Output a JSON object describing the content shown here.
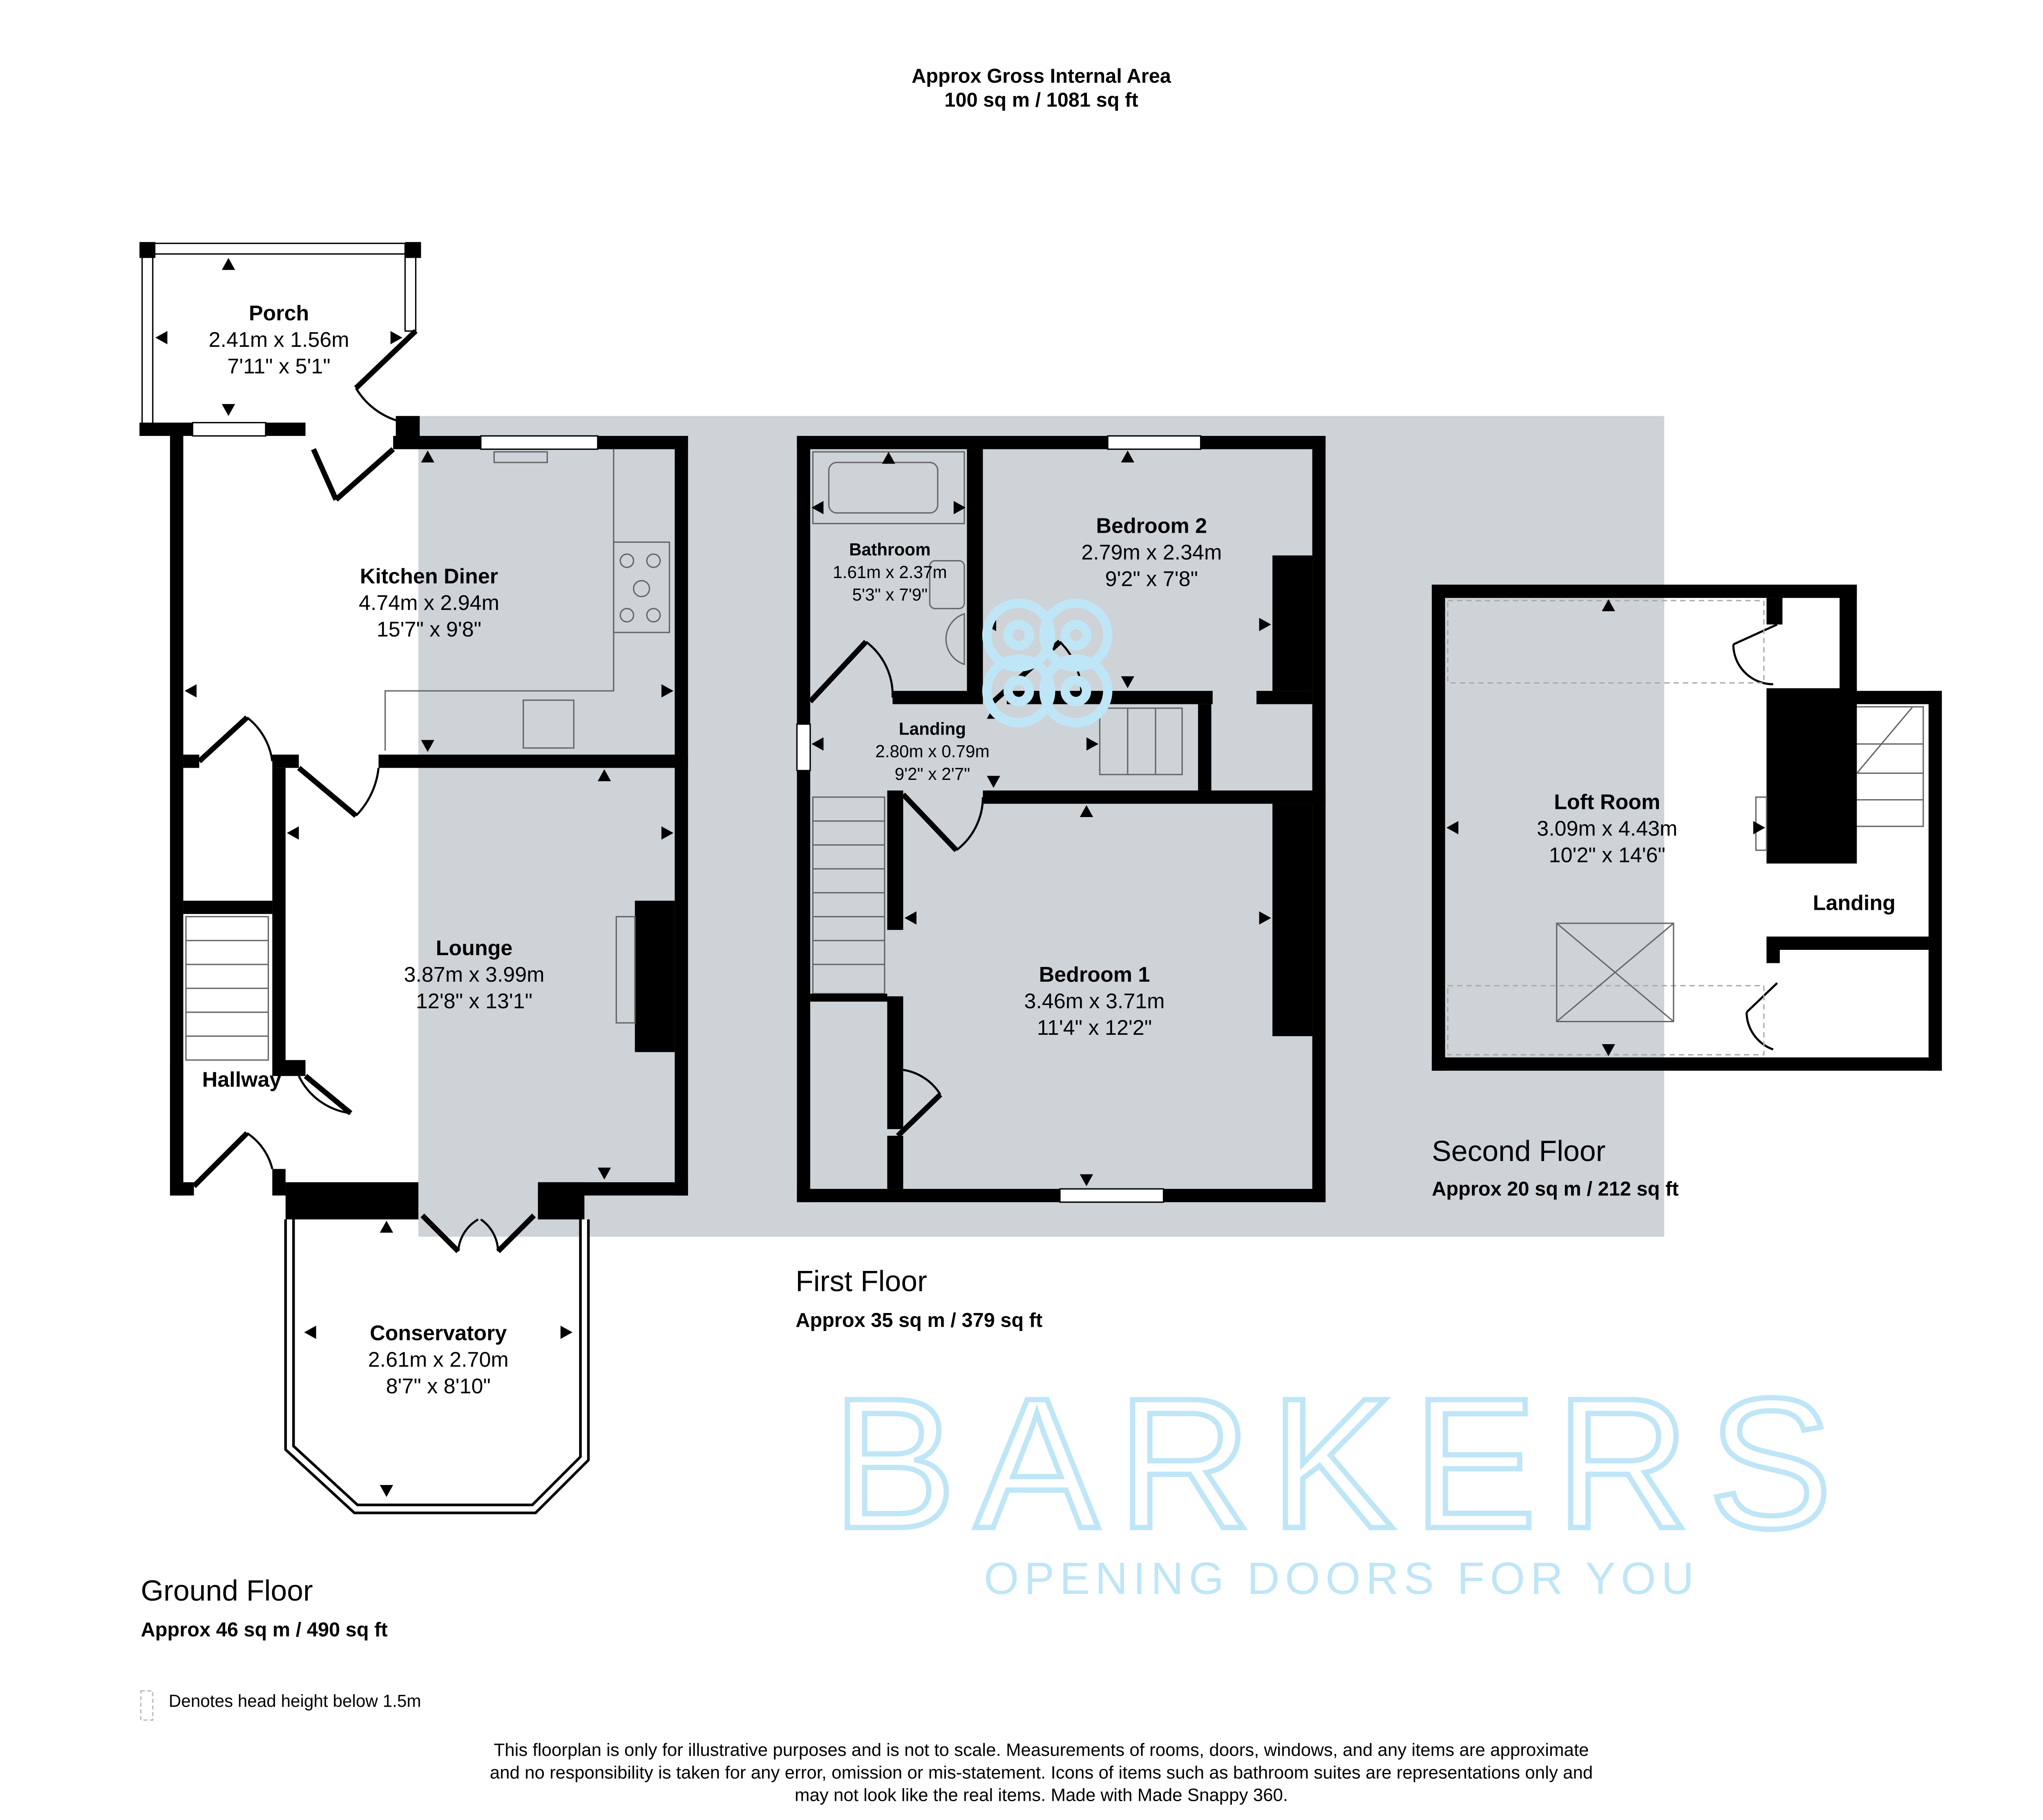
{
  "header": {
    "title": "Approx Gross Internal Area",
    "area": "100 sq m / 1081 sq ft"
  },
  "floors": {
    "ground": {
      "name": "Ground Floor",
      "area": "Approx 46 sq m / 490 sq ft"
    },
    "first": {
      "name": "First Floor",
      "area": "Approx 35 sq m / 379 sq ft"
    },
    "second": {
      "name": "Second Floor",
      "area": "Approx 20 sq m / 212 sq ft"
    }
  },
  "rooms": {
    "porch": {
      "name": "Porch",
      "metric": "2.41m x 1.56m",
      "imperial": "7'11\" x 5'1\""
    },
    "kitchen": {
      "name": "Kitchen Diner",
      "metric": "4.74m x 2.94m",
      "imperial": "15'7\" x 9'8\""
    },
    "lounge": {
      "name": "Lounge",
      "metric": "3.87m x 3.99m",
      "imperial": "12'8\" x 13'1\""
    },
    "hallway": {
      "name": "Hallway"
    },
    "conservatory": {
      "name": "Conservatory",
      "metric": "2.61m x 2.70m",
      "imperial": "8'7\" x 8'10\""
    },
    "bathroom": {
      "name": "Bathroom",
      "metric": "1.61m x 2.37m",
      "imperial": "5'3\" x 7'9\""
    },
    "bedroom2": {
      "name": "Bedroom 2",
      "metric": "2.79m x 2.34m",
      "imperial": "9'2\" x 7'8\""
    },
    "landing1": {
      "name": "Landing",
      "metric": "2.80m x 0.79m",
      "imperial": "9'2\" x 2'7\""
    },
    "bedroom1": {
      "name": "Bedroom 1",
      "metric": "3.46m x 3.71m",
      "imperial": "11'4\" x 12'2\""
    },
    "loft": {
      "name": "Loft Room",
      "metric": "3.09m x 4.43m",
      "imperial": "10'2\" x 14'6\""
    },
    "landing2": {
      "name": "Landing"
    }
  },
  "watermark": {
    "brand": "BARKERS",
    "tagline": "OPENING DOORS FOR YOU",
    "color": "#bfe6f7"
  },
  "legend": {
    "text": "Denotes head height below 1.5m"
  },
  "disclaimer": [
    "This floorplan is only for illustrative purposes and is not to scale. Measurements of rooms, doors, windows, and any items are approximate",
    "and no responsibility is taken for any error, omission or mis-statement. Icons of items such as bathroom suites are representations only and",
    "may not look like the real items. Made with Made Snappy 360."
  ],
  "colors": {
    "highlight": "#ced3d7",
    "wall": "#000000"
  }
}
